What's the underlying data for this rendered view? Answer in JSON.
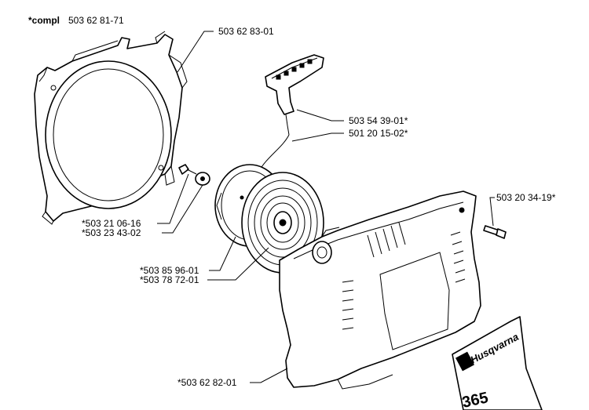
{
  "labels": {
    "compl_prefix": "*compl",
    "compl_number": "503 62 81-71",
    "fan_housing": "503 62 83-01",
    "starter_handle": "503 54 39-01*",
    "starter_cord": "501 20 15-02*",
    "screw_right": "503 20 34-19*",
    "screw_left": "*503 21 06-16",
    "washer": "*503 23 43-02",
    "starter_pulley": "*503 85 96-01",
    "recoil_spring": "*503 78 72-01",
    "starter_cover": "*503 62 82-01"
  },
  "decal": {
    "brand": "Husqvarna",
    "model": "365"
  }
}
